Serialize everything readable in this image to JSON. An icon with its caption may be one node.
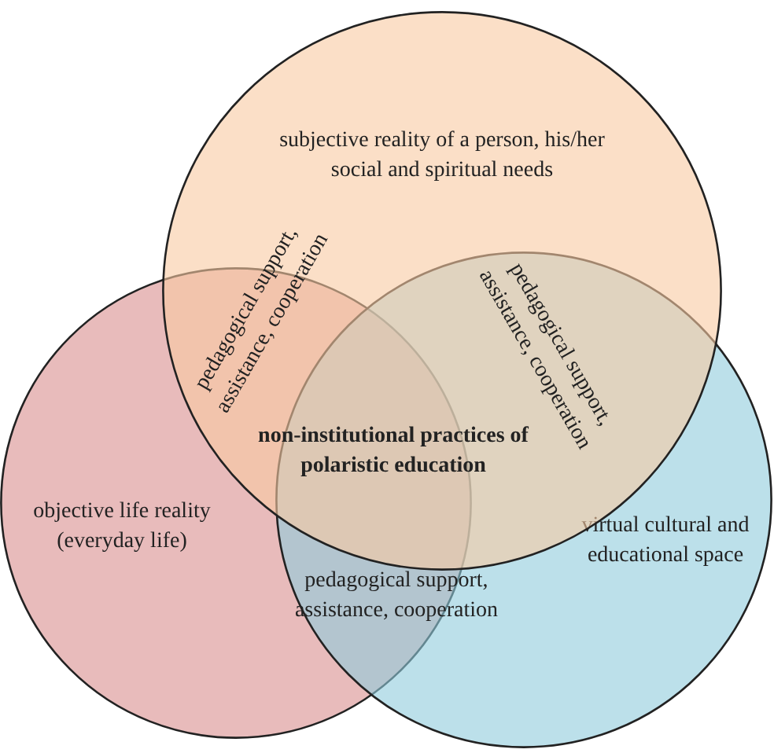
{
  "diagram": {
    "nodes": [
      {
        "text": [
          "subjective reality of a person, his/her social and spiritual needs"
        ]
      },
      {
        "text": [
          "objective life reality (everyday life)"
        ]
      },
      {
        "text": [
          "virtual cultural and educational space"
        ]
      }
    ],
    "labels": [
      "pedagogical support, assistance, cooperation",
      "pedagogical support, assistance, cooperation",
      "non-institutional practices of polaristic education",
      "pedagogical support, assistance, cooperation"
    ]
  }
}
